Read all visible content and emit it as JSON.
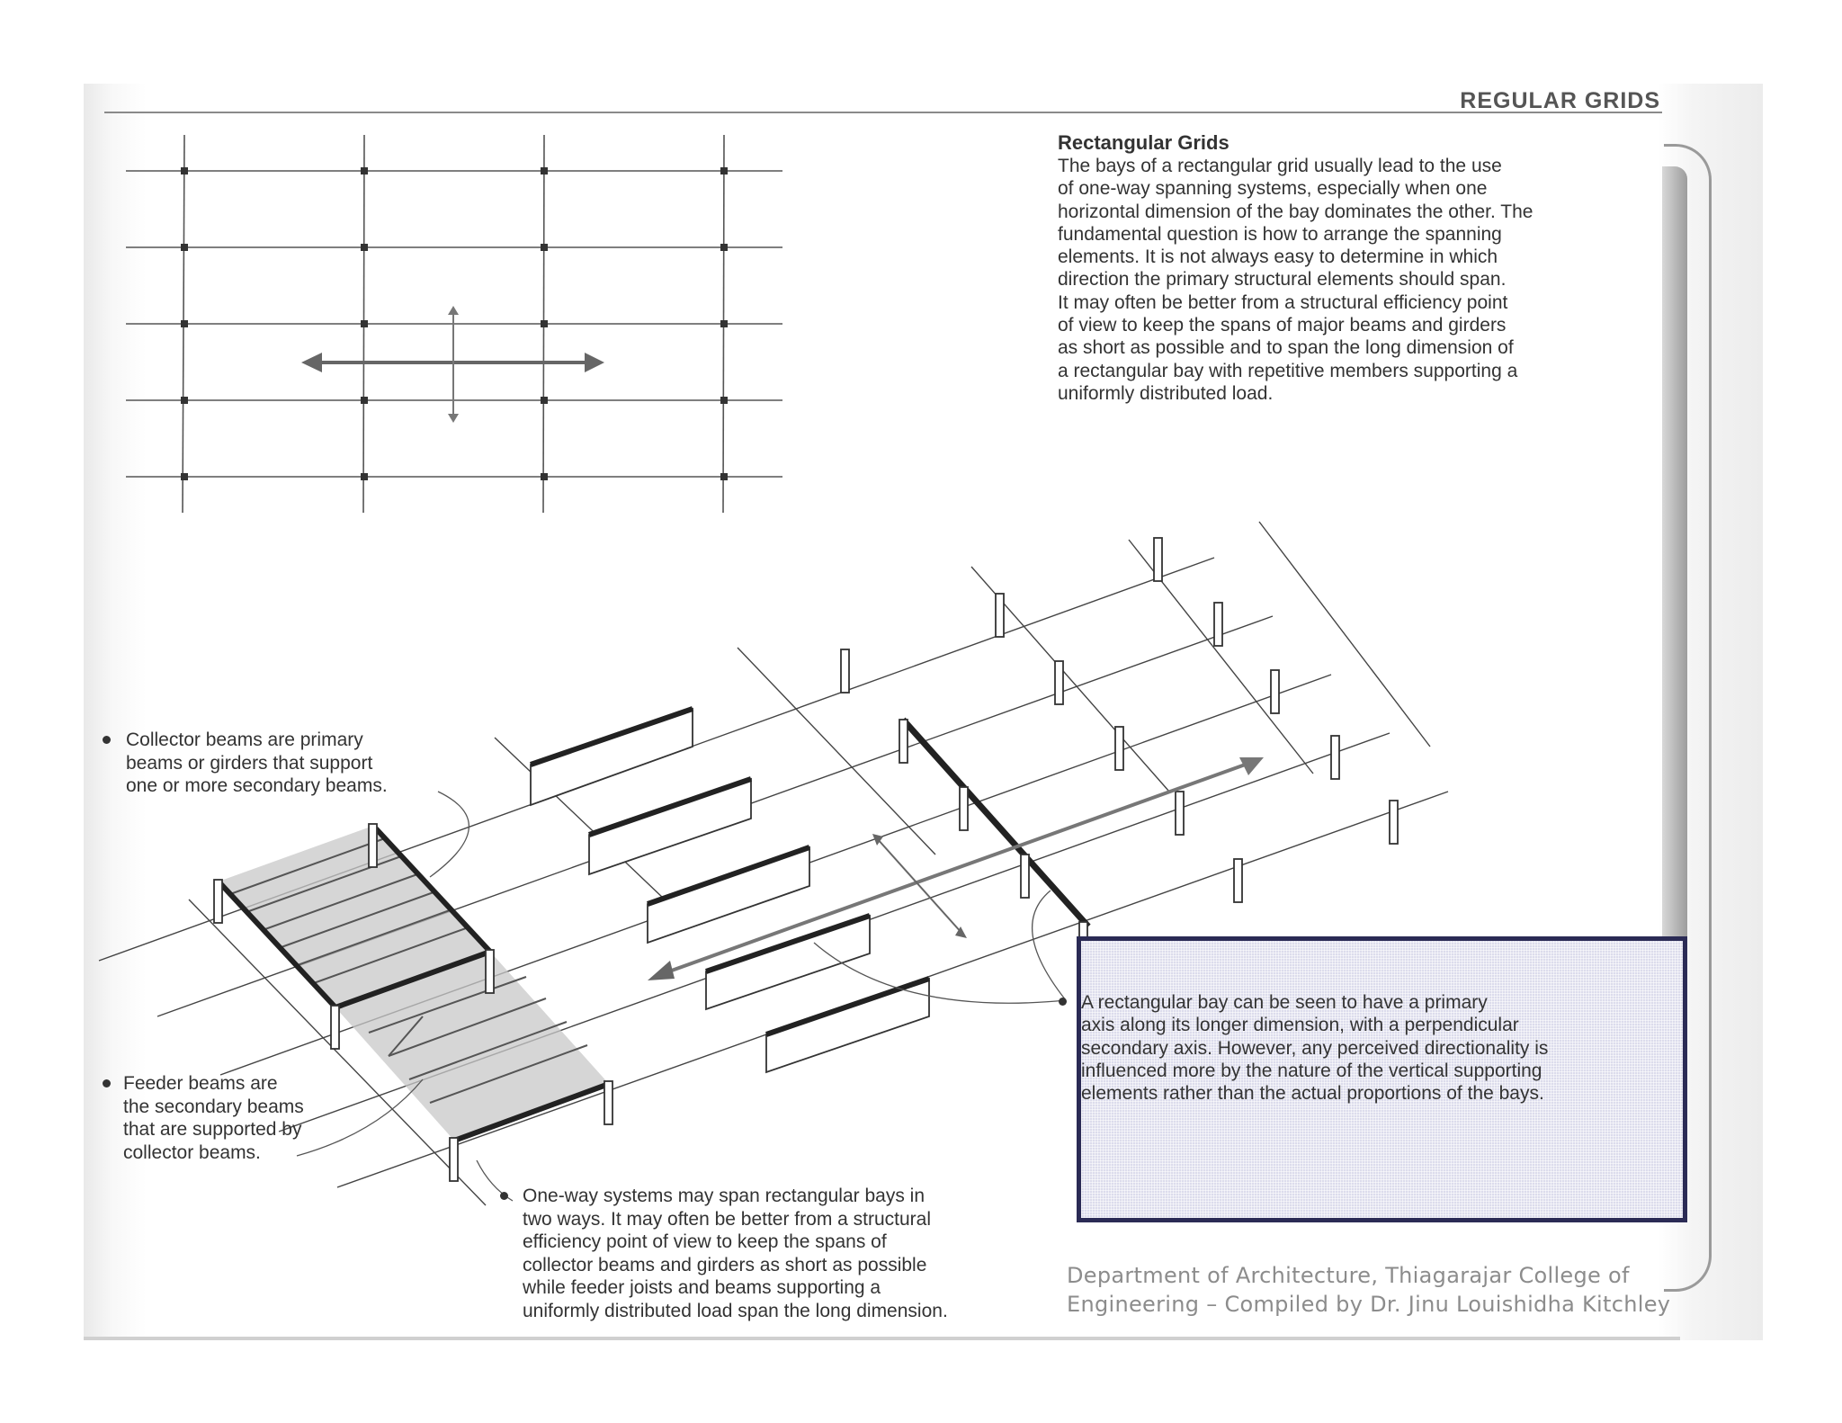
{
  "header": {
    "section_title": "REGULAR GRIDS"
  },
  "intro": {
    "heading": "Rectangular Grids",
    "lines": [
      "The bays of a rectangular grid usually lead to the use",
      "of one-way spanning systems, especially when one",
      "horizontal dimension of the bay dominates the other. The",
      "fundamental question is how to arrange the spanning",
      "elements. It is not always easy to determine in which",
      "direction the primary structural elements should span.",
      "It may often be better from a structural efficiency point",
      "of view to keep the spans of major beams and girders",
      "as short as possible and to span the long dimension of",
      "a rectangular bay with repetitive members supporting a",
      "uniformly distributed load."
    ]
  },
  "annotations": {
    "collector": {
      "lines": [
        "Collector beams are primary",
        "beams or girders that support",
        "one or more secondary beams."
      ]
    },
    "feeder": {
      "lines": [
        "Feeder beams are",
        "the secondary beams",
        "that are supported by",
        "collector beams."
      ]
    },
    "one_way": {
      "lines": [
        "One-way systems may span rectangular bays in",
        "two ways. It may often be better from a structural",
        "efficiency point of view to keep the spans of",
        "collector beams and girders as short as possible",
        "while feeder joists and beams supporting a",
        "uniformly distributed load span the long dimension."
      ]
    }
  },
  "callout": {
    "lines": [
      "A rectangular bay can be seen to have a primary",
      "axis along its longer dimension, with a perpendicular",
      "secondary axis. However, any perceived directionality is",
      "influenced more by the nature of the vertical supporting",
      "elements rather than the actual proportions of the bays."
    ],
    "fill_color": "#dcdcec",
    "border_color": "#2b2b55"
  },
  "footer": {
    "line1": "Department of Architecture, Thiagarajar College of",
    "line2": "Engineering – Compiled by Dr. Jinu Louishidha Kitchley"
  }
}
